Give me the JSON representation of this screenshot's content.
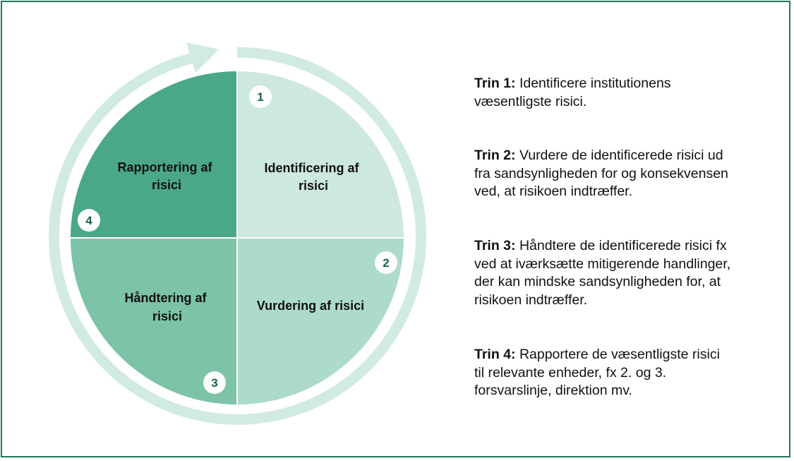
{
  "diagram": {
    "quadrants": [
      {
        "id": "q1",
        "label_lines": [
          "Identificering af",
          "risici"
        ],
        "badge": "1",
        "color": "#cde8de"
      },
      {
        "id": "q2",
        "label_lines": [
          "Vurdering af risici"
        ],
        "badge": "2",
        "color": "#acdbca"
      },
      {
        "id": "q3",
        "label_lines": [
          "Håndtering af",
          "risici"
        ],
        "badge": "3",
        "color": "#7cc3a7"
      },
      {
        "id": "q4",
        "label_lines": [
          "Rapportering af",
          "risici"
        ],
        "badge": "4",
        "color": "#4ba886"
      }
    ],
    "ring_color": "#d2ebe2",
    "frame_color": "#1e7a52"
  },
  "steps": [
    {
      "head": "Trin 1:",
      "text": "Identificere institutionens",
      "lines": [
        "væsentligste risici."
      ]
    },
    {
      "head": "Trin 2:",
      "text": "Vurdere de identificerede risici ud",
      "lines": [
        "fra sandsynligheden for og konsekvensen",
        "ved, at risikoen indtræffer."
      ]
    },
    {
      "head": "Trin 3:",
      "text": "Håndtere de identificerede risici fx",
      "lines": [
        "ved at iværksætte mitigerende handlinger,",
        "der kan mindske sandsynligheden for, at",
        "risikoen indtræffer."
      ]
    },
    {
      "head": "Trin 4:",
      "text": "Rapportere de væsentligste risici",
      "lines": [
        "til relevante enheder, fx 2. og 3.",
        "forsvarslinje, direktion mv."
      ]
    }
  ]
}
